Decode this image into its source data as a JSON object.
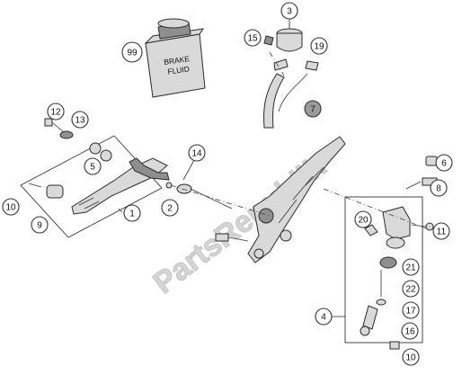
{
  "diagram": {
    "watermark": "PartsRepublik",
    "bottle_label": [
      "BRAKE",
      "FLUID"
    ],
    "callouts": {
      "c1": "1",
      "c2": "2",
      "c3": "3",
      "c4": "4",
      "c5": "5",
      "c6": "6",
      "c7": "7",
      "c8": "8",
      "c9": "9",
      "c10a": "10",
      "c10b": "10",
      "c11": "11",
      "c12": "12",
      "c13": "13",
      "c14": "14",
      "c15": "15",
      "c16": "16",
      "c17": "17",
      "c19": "19",
      "c20": "20",
      "c21": "21",
      "c22": "22",
      "c99": "99"
    }
  },
  "colors": {
    "outline": "#2b2b2b",
    "part_fill": "#d9d9d9",
    "dark_fill": "#8f8f8f",
    "watermark": "#c8c8c8"
  }
}
